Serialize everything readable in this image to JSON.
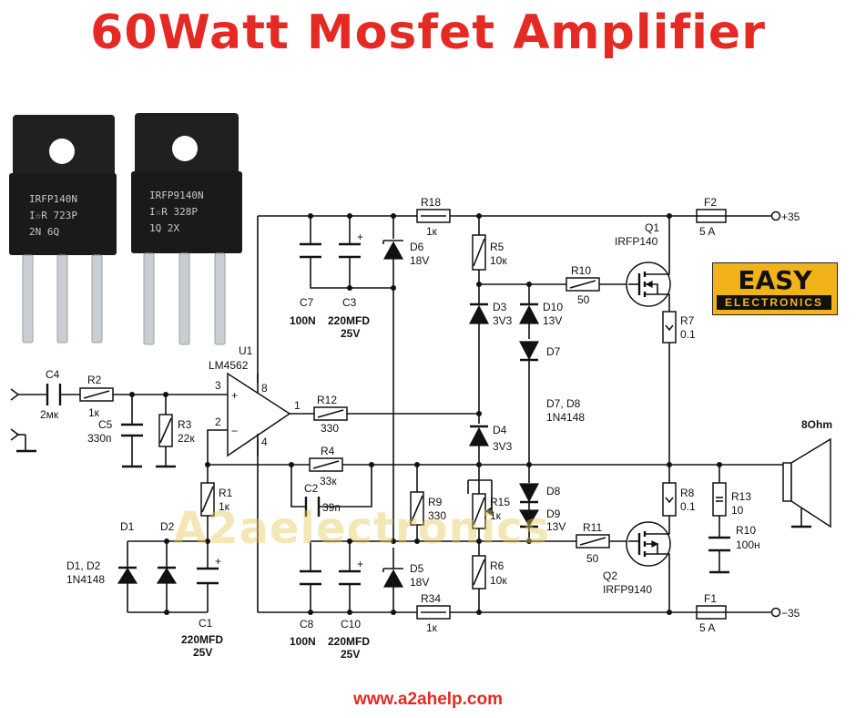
{
  "title": "60Watt Mosfet Amplifier",
  "website": "www.a2ahelp.com",
  "watermark": "A2aelectronics",
  "logo": {
    "line1": "EASY",
    "line2": "ELECTRONICS"
  },
  "transistor_photos": [
    {
      "line1": "IRFP140N",
      "line2": "I☆R  723P",
      "line3": "2N   6Q"
    },
    {
      "line1": "IRFP9140N",
      "line2": "I☆R  328P",
      "line3": "1Q   2X"
    }
  ],
  "labels": {
    "supply_pos": "+35",
    "supply_neg": "−35",
    "speaker": "8Ohm",
    "u1": "U1",
    "u1_type": "LM4562",
    "pin3": "3",
    "pin2": "2",
    "pin8": "8",
    "pin4": "4",
    "pin1": "1",
    "plus": "+",
    "minus": "−",
    "r18": "R18",
    "r18v": "1к",
    "f2": "F2",
    "f2v": "5 A",
    "f1": "F1",
    "f1v": "5 A",
    "q1": "Q1",
    "q1t": "IRFP140",
    "q2": "Q2",
    "q2t": "IRFP9140",
    "r5": "R5",
    "r5v": "10к",
    "r10a": "R10",
    "r10av": "50",
    "d3": "D3",
    "d3v": "3V3",
    "d10": "D10",
    "d10v": "13V",
    "d7": "D7",
    "d78": "D7, D8",
    "d78t": "1N4148",
    "r7": "R7",
    "r7v": "0.1",
    "d6": "D6",
    "d6v": "18V",
    "c7": "C7",
    "c7v": "100N",
    "c3": "C3",
    "c3v": "220MFD",
    "c3v2": "25V",
    "c4": "C4",
    "c4v": "2мк",
    "r2": "R2",
    "r2v": "1к",
    "c5": "C5",
    "c5v": "330п",
    "r3": "R3",
    "r3v": "22к",
    "r12": "R12",
    "r12v": "330",
    "d4": "D4",
    "d4v": "3V3",
    "r4": "R4",
    "r4v": "33к",
    "c2": "C2",
    "c2v": "39п",
    "r1": "R1",
    "r1v": "1к",
    "d1": "D1",
    "d2": "D2",
    "d12": "D1, D2",
    "d12t": "1N4148",
    "c1": "C1",
    "c1v": "220MFD",
    "c1v2": "25V",
    "r9": "R9",
    "r9v": "330",
    "r15": "R15",
    "r15v": "1к",
    "d8": "D8",
    "d9": "D9",
    "d9v": "13V",
    "r11": "R11",
    "r11v": "50",
    "r8": "R8",
    "r8v": "0.1",
    "r13": "R13",
    "r13v": "10",
    "r10b": "R10",
    "r10bv": "100н",
    "r6": "R6",
    "r6v": "10к",
    "d5": "D5",
    "d5v": "18V",
    "r34": "R34",
    "r34v": "1к",
    "c8": "C8",
    "c8v": "100N",
    "c10": "C10",
    "c10v": "220MFD",
    "c10v2": "25V"
  },
  "colors": {
    "title": "#e52a23",
    "url": "#e52a23",
    "logo_bg": "#f2b21a",
    "ink": "#111111"
  }
}
